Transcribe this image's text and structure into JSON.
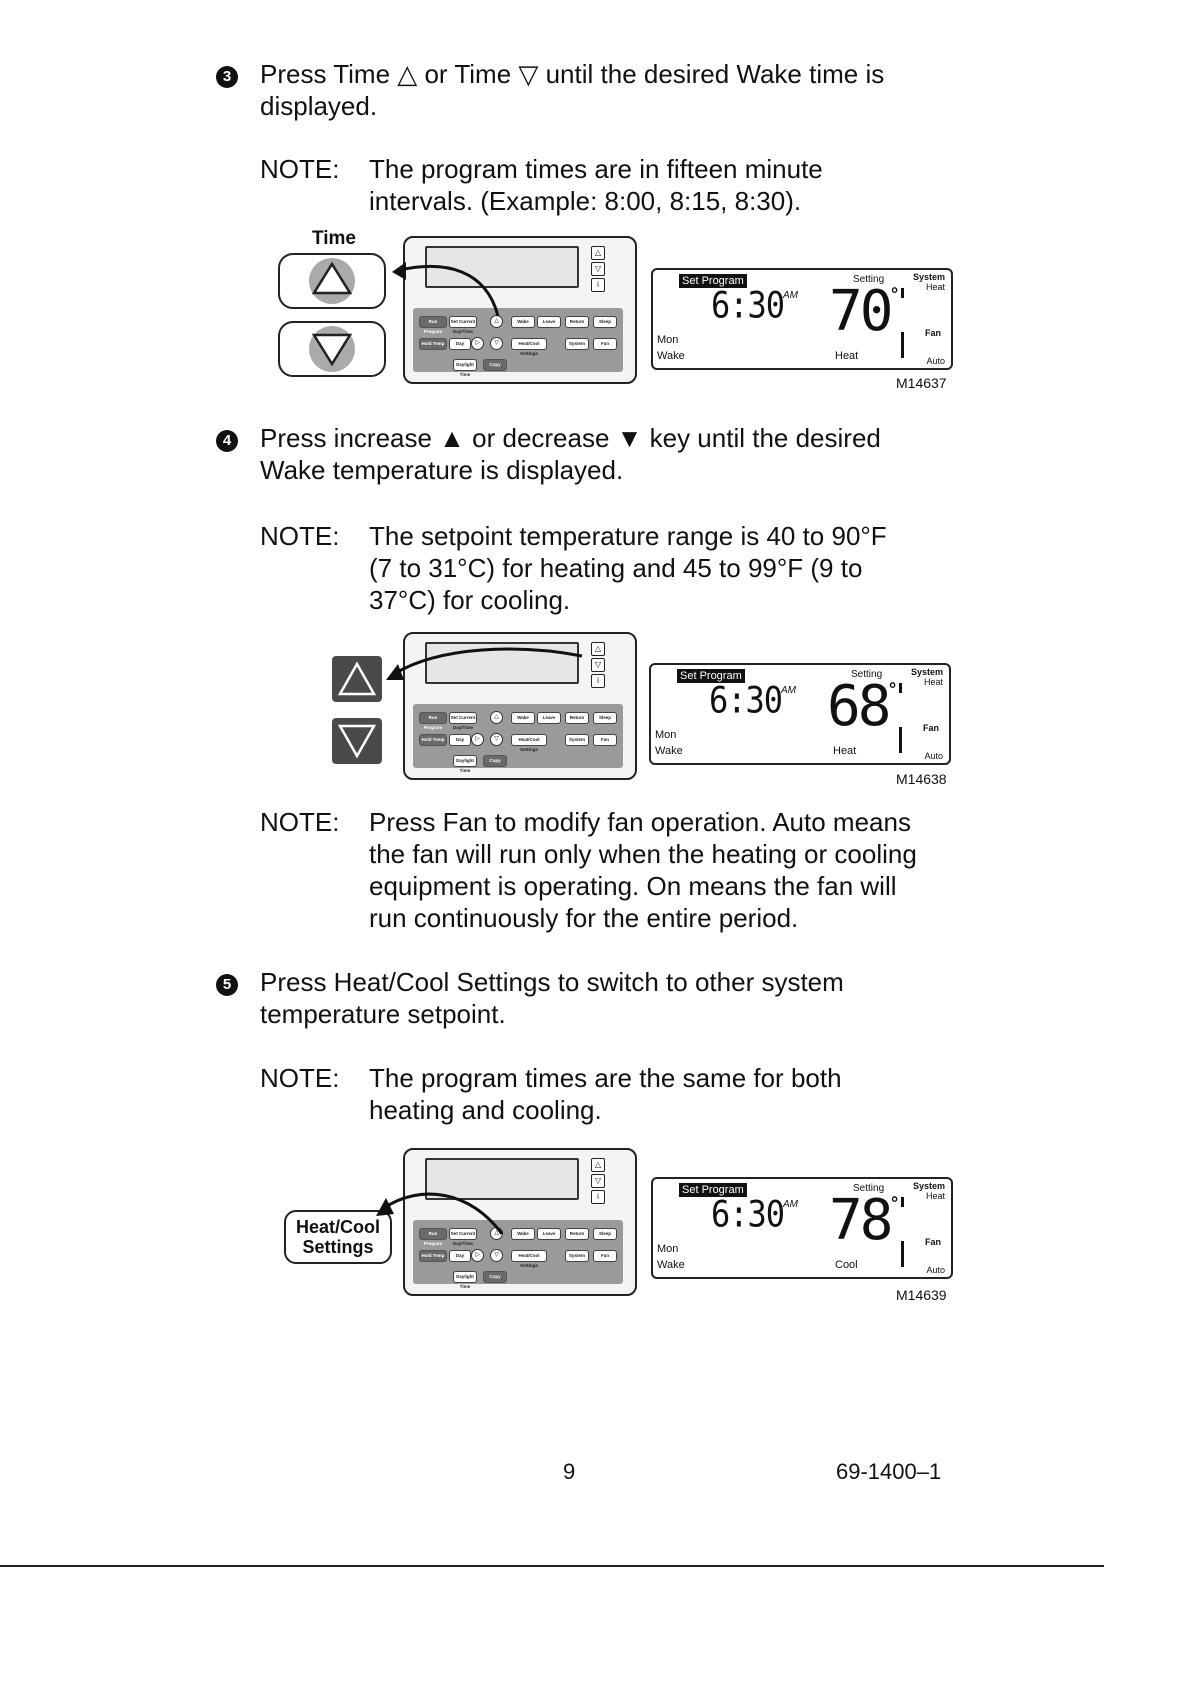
{
  "steps": [
    {
      "number": "3",
      "text_line1": "Press Time △ or Time ▽ until the desired Wake time is",
      "text_line2": "displayed.",
      "note_label": "NOTE:",
      "note_line1": "The program times are in fifteen minute",
      "note_line2": "intervals. (Example: 8:00, 8:15, 8:30).",
      "callout": "Time",
      "figure_code": "M14637",
      "lcd": {
        "set_program": "Set Program",
        "time": "6:30",
        "am": "AM",
        "setting": "Setting",
        "temp": "70",
        "system": "System",
        "system_mode": "Heat",
        "fan": "Fan",
        "fan_mode": "Auto",
        "day": "Mon",
        "period": "Wake",
        "mode": "Heat"
      }
    },
    {
      "number": "4",
      "text_line1": "Press increase ▲ or decrease ▼ key until the desired",
      "text_line2": "Wake temperature is displayed.",
      "note_label": "NOTE:",
      "note_line1": "The setpoint temperature range is 40 to 90°F",
      "note_line2": "(7 to 31°C) for heating and 45 to 99°F (9 to",
      "note_line3": "37°C) for cooling.",
      "figure_code": "M14638",
      "lcd": {
        "set_program": "Set Program",
        "time": "6:30",
        "am": "AM",
        "setting": "Setting",
        "temp": "68",
        "system": "System",
        "system_mode": "Heat",
        "fan": "Fan",
        "fan_mode": "Auto",
        "day": "Mon",
        "period": "Wake",
        "mode": "Heat"
      },
      "fan_note_label": "NOTE:",
      "fan_note_line1": "Press Fan to modify fan operation. Auto means",
      "fan_note_line2": "the fan will run only when the heating or cooling",
      "fan_note_line3": "equipment is operating. On means the fan will",
      "fan_note_line4": "run continuously for the entire period."
    },
    {
      "number": "5",
      "text_line1": "Press Heat/Cool Settings to switch to other system",
      "text_line2": "temperature setpoint.",
      "note_label": "NOTE:",
      "note_line1": "The program times are the same for both",
      "note_line2": "heating and cooling.",
      "callout_line1": "Heat/Cool",
      "callout_line2": "Settings",
      "figure_code": "M14639",
      "lcd": {
        "set_program": "Set Program",
        "time": "6:30",
        "am": "AM",
        "setting": "Setting",
        "temp": "78",
        "system": "System",
        "system_mode": "Heat",
        "fan": "Fan",
        "fan_mode": "Auto",
        "day": "Mon",
        "period": "Wake",
        "mode": "Cool"
      }
    }
  ],
  "device_keys": {
    "run_program": "Run Program",
    "hold_temp": "Hold Temp",
    "set_current_day_time": "Set Current Day/Time",
    "day": "Day",
    "daylight_time": "Daylight Time",
    "copy": "Copy",
    "wake": "Wake",
    "leave": "Leave",
    "return": "Return",
    "sleep": "Sleep",
    "heat_cool_settings": "Heat/Cool Settings",
    "system": "System",
    "fan": "Fan",
    "time": "Time",
    "set_program": "Set Program"
  },
  "footer": {
    "page_number": "9",
    "doc_code": "69-1400–1"
  }
}
